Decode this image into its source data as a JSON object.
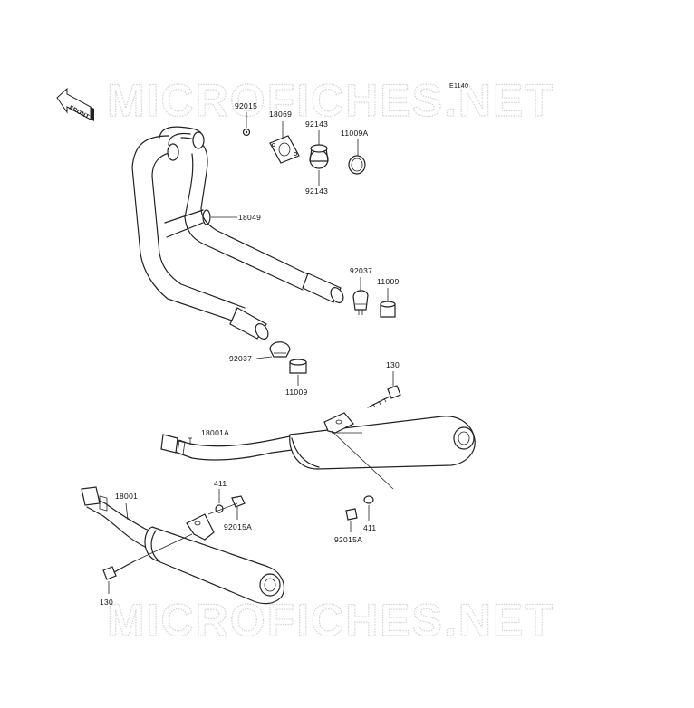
{
  "diagram": {
    "watermark_top": "MICROFICHES.NET",
    "watermark_bottom": "MICROFICHES.NET",
    "code": "E1140",
    "front_label": "FRONT",
    "labels": {
      "p92015": "92015",
      "p18069": "18069",
      "p92143_top": "92143",
      "p11009A": "11009A",
      "p92143_bot": "92143",
      "p18049": "18049",
      "p92037_r": "92037",
      "p11009_r": "11009",
      "p92037_l": "92037",
      "p11009_l": "11009",
      "p130_r": "130",
      "p18001A": "18001A",
      "p411_l": "411",
      "p18001": "18001",
      "p92015A_l": "92015A",
      "p92015A_r": "92015A",
      "p411_r": "411",
      "p130_l": "130"
    }
  }
}
